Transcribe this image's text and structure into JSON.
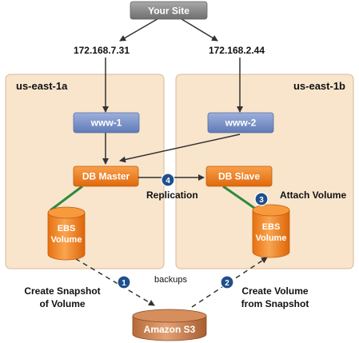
{
  "top_node": {
    "label": "Your Site"
  },
  "ips": {
    "left": "172.168.7.31",
    "right": "172.168.2.44"
  },
  "zones": {
    "left": "us-east-1a",
    "right": "us-east-1b"
  },
  "servers": {
    "left": "www-1",
    "right": "www-2"
  },
  "db": {
    "master": "DB Master",
    "slave": "DB Slave"
  },
  "volumes": {
    "left": {
      "line1": "EBS",
      "line2": "Volume"
    },
    "right": {
      "line1": "EBS",
      "line2": "Volume"
    }
  },
  "storage": {
    "label": "Amazon S3"
  },
  "steps": [
    {
      "number": "1",
      "lines": [
        "Create Snapshot",
        "of Volume"
      ]
    },
    {
      "number": "2",
      "lines": [
        "Create Volume",
        "from Snapshot"
      ]
    },
    {
      "number": "3",
      "lines": [
        "Attach Volume"
      ]
    },
    {
      "number": "4",
      "lines": [
        "Replication"
      ]
    }
  ],
  "edge_labels": {
    "backups": "backups"
  },
  "colors": {
    "zone_fill": "#f8e5cc",
    "zone_stroke": "#d9b99a",
    "server_fill": "#7b93c8",
    "db_fill": "#f07d1a",
    "top_node_fill": "#8a8a8a",
    "step_badge": "#1f4f8c",
    "link_green": "#2e8a3e"
  }
}
